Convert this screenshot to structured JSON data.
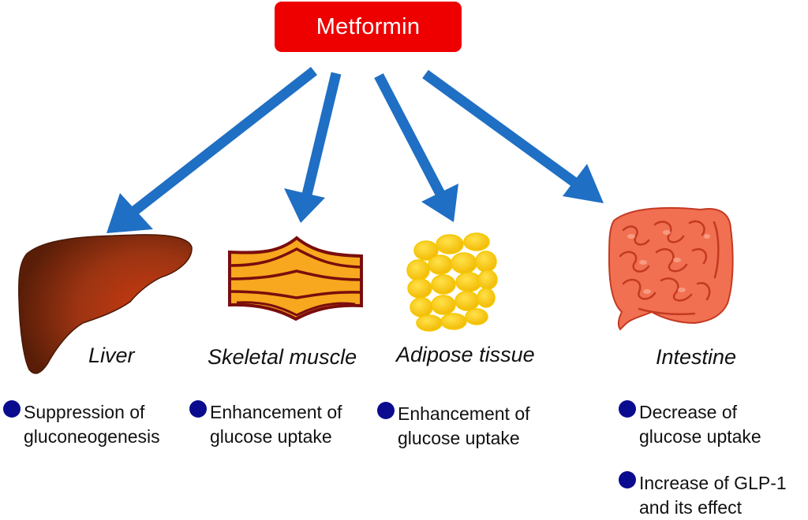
{
  "drug": {
    "label": "Metformin",
    "color": "#ee0000"
  },
  "arrow_color": "#1f6fc4",
  "organs": [
    {
      "label": "Liver",
      "icon": "liver-icon",
      "effects": [
        [
          "Suppression of",
          "gluconeogenesis"
        ]
      ]
    },
    {
      "label": "Skeletal muscle",
      "icon": "skeletal-muscle-icon",
      "effects": [
        [
          "Enhancement of",
          "glucose uptake"
        ]
      ]
    },
    {
      "label": "Adipose tissue",
      "icon": "adipose-tissue-icon",
      "effects": [
        [
          "Enhancement of",
          "glucose uptake"
        ]
      ]
    },
    {
      "label": "Intestine",
      "icon": "intestine-icon",
      "effects": [
        [
          "Decrease of",
          "glucose uptake"
        ],
        [
          "Increase of GLP-1",
          "and its effect"
        ]
      ]
    }
  ],
  "bullet_color": "#0b0b8f"
}
